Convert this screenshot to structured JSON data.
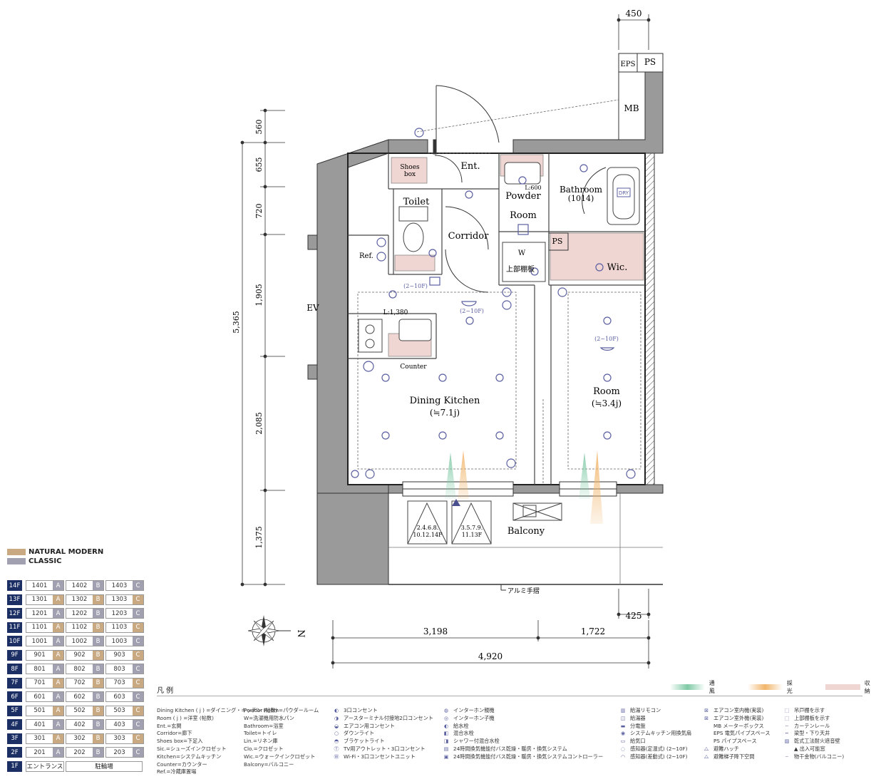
{
  "plan": {
    "rooms": {
      "ent": "Ent.",
      "shoes_box": [
        "Shoes",
        "box"
      ],
      "toilet": "Toilet",
      "corridor": "Corridor",
      "powder_room": [
        "Powder",
        "Room"
      ],
      "bathroom": [
        "Bathroom",
        "(1014)"
      ],
      "wic": "Wic.",
      "ps": "PS",
      "eps": "EPS",
      "mb": "MB",
      "ev": "EV",
      "ref": "Ref.",
      "counter": "Counter",
      "dining_kitchen": [
        "Dining Kitchen",
        "(≒7.1j)"
      ],
      "room": [
        "Room",
        "(≒3.4j)"
      ],
      "balcony": "Balcony",
      "upper_shelf": "上部棚板",
      "w": "W",
      "dry": "DRY"
    },
    "notes": {
      "l600": "L:600",
      "l1380": "L:1,380",
      "floors_a": [
        "(2~10F)",
        "(2~10F)",
        "(2~10F)"
      ],
      "hatch_left": [
        "2.4.6.8.",
        "10.12.14F"
      ],
      "hatch_right": [
        "3.5.7.9.",
        "11.13F"
      ],
      "rail": "アルミ手摺",
      "north": "N"
    },
    "dims_top": "450",
    "dims_right": "425",
    "dims_left": [
      "560",
      "655",
      "720",
      "1,905",
      "2,085",
      "1,375"
    ],
    "dims_left_total": "5,365",
    "dims_bottom": [
      "3,198",
      "1,722"
    ],
    "dims_bottom_total": "4,920"
  },
  "style_key": [
    {
      "label": "NATURAL MODERN",
      "color": "#c9a982"
    },
    {
      "label": "CLASSIC",
      "color": "#a1a0b0"
    }
  ],
  "floors": [
    {
      "floor": "14F",
      "units": [
        [
          "1401",
          "A",
          "cl"
        ],
        [
          "1402",
          "B",
          "cl"
        ],
        [
          "1403",
          "C",
          "cl"
        ]
      ]
    },
    {
      "floor": "13F",
      "units": [
        [
          "1301",
          "A",
          "nm"
        ],
        [
          "1302",
          "B",
          "nm"
        ],
        [
          "1303",
          "C",
          "nm"
        ]
      ]
    },
    {
      "floor": "12F",
      "units": [
        [
          "1201",
          "A",
          "cl"
        ],
        [
          "1202",
          "B",
          "cl"
        ],
        [
          "1203",
          "C",
          "cl"
        ]
      ]
    },
    {
      "floor": "11F",
      "units": [
        [
          "1101",
          "A",
          "nm"
        ],
        [
          "1102",
          "B",
          "nm"
        ],
        [
          "1103",
          "C",
          "nm"
        ]
      ]
    },
    {
      "floor": "10F",
      "units": [
        [
          "1001",
          "A",
          "cl"
        ],
        [
          "1002",
          "B",
          "cl"
        ],
        [
          "1003",
          "C",
          "cl"
        ]
      ]
    },
    {
      "floor": "9F",
      "units": [
        [
          "901",
          "A",
          "nm"
        ],
        [
          "902",
          "B",
          "nm"
        ],
        [
          "903",
          "C",
          "nm"
        ]
      ]
    },
    {
      "floor": "8F",
      "units": [
        [
          "801",
          "A",
          "cl"
        ],
        [
          "802",
          "B",
          "cl"
        ],
        [
          "803",
          "C",
          "cl"
        ]
      ]
    },
    {
      "floor": "7F",
      "units": [
        [
          "701",
          "A",
          "nm"
        ],
        [
          "702",
          "B",
          "nm"
        ],
        [
          "703",
          "C",
          "nm"
        ]
      ]
    },
    {
      "floor": "6F",
      "units": [
        [
          "601",
          "A",
          "cl"
        ],
        [
          "602",
          "B",
          "cl"
        ],
        [
          "603",
          "C",
          "cl"
        ]
      ]
    },
    {
      "floor": "5F",
      "units": [
        [
          "501",
          "A",
          "nm"
        ],
        [
          "502",
          "B",
          "nm"
        ],
        [
          "503",
          "C",
          "nm"
        ]
      ]
    },
    {
      "floor": "4F",
      "units": [
        [
          "401",
          "A",
          "cl"
        ],
        [
          "402",
          "B",
          "cl"
        ],
        [
          "403",
          "C",
          "cl"
        ]
      ]
    },
    {
      "floor": "3F",
      "units": [
        [
          "301",
          "A",
          "nm"
        ],
        [
          "302",
          "B",
          "nm"
        ],
        [
          "303",
          "C",
          "nm"
        ]
      ]
    },
    {
      "floor": "2F",
      "units": [
        [
          "201",
          "A",
          "cl"
        ],
        [
          "202",
          "B",
          "cl"
        ],
        [
          "203",
          "C",
          "cl"
        ]
      ]
    }
  ],
  "floor_1f": {
    "floor": "1F",
    "entrance": "エントランス",
    "parking": "駐輪場"
  },
  "legend": {
    "title": "凡 例",
    "swatches": [
      {
        "label": "通風",
        "color": "#7fc9a6"
      },
      {
        "label": "採光",
        "color": "#f1b56b"
      },
      {
        "label": "収納",
        "color": "#f0d6d2"
      }
    ],
    "col1": [
      "Dining Kitchen ( j ) =ダイニング・キッチン (帖数)",
      "Room ( j ) =洋室 (帖数)",
      "Ent.=玄関",
      "Corridor=廊下",
      "Shoes box=下足入",
      "Sic.=シューズインクロゼット",
      "Kitchen=システムキッチン",
      "Counter=カウンター",
      "Ref.=冷蔵庫置場"
    ],
    "col2": [
      "Powder Room=パウダールーム",
      "W=洗濯機用防水パン",
      "Bathroom=浴室",
      "Toilet=トイレ",
      "Lin.=リネン庫",
      "Clo.=クロゼット",
      "Wic.=ウォークインクロゼット",
      "Balcony=バルコニー"
    ],
    "col3": [
      "3口コンセント",
      "アースターミナル付接地2口コンセント",
      "エアコン用コンセント",
      "ダウンライト",
      "ブラケットライト",
      "TV用アウトレット・3口コンセント",
      "Wi-Fi・3口コンセントユニット"
    ],
    "col4": [
      "インターホン親機",
      "インターホン子機",
      "給水栓",
      "混合水栓",
      "シャワー付混合水栓",
      "24時間換気機能付バス乾燥・暖房・換気システム",
      "24時間換気機能付バス乾燥・暖房・換気システムコントローラー"
    ],
    "col5": [
      "給湯リモコン",
      "給湯器",
      "分電盤",
      "システムキッチン用換気扇",
      "給気口",
      "感知器(定温式) (2~10F)",
      "感知器(差動式) (2~10F)"
    ],
    "col6": [
      "エアコン室内機(実装)",
      "エアコン室外機(実装)",
      "MB メーターボックス",
      "EPS 電気パイプスペース",
      "PS パイプスペース",
      "避難ハッチ",
      "避難梯子降下空間"
    ],
    "col7": [
      "吊戸棚を示す",
      "上部棚板を示す",
      "カーテンレール",
      "梁型・下り天井",
      "乾式工法耐火遮音壁",
      "▲ 出入可能窓",
      "物干金物(バルコニー)"
    ]
  }
}
